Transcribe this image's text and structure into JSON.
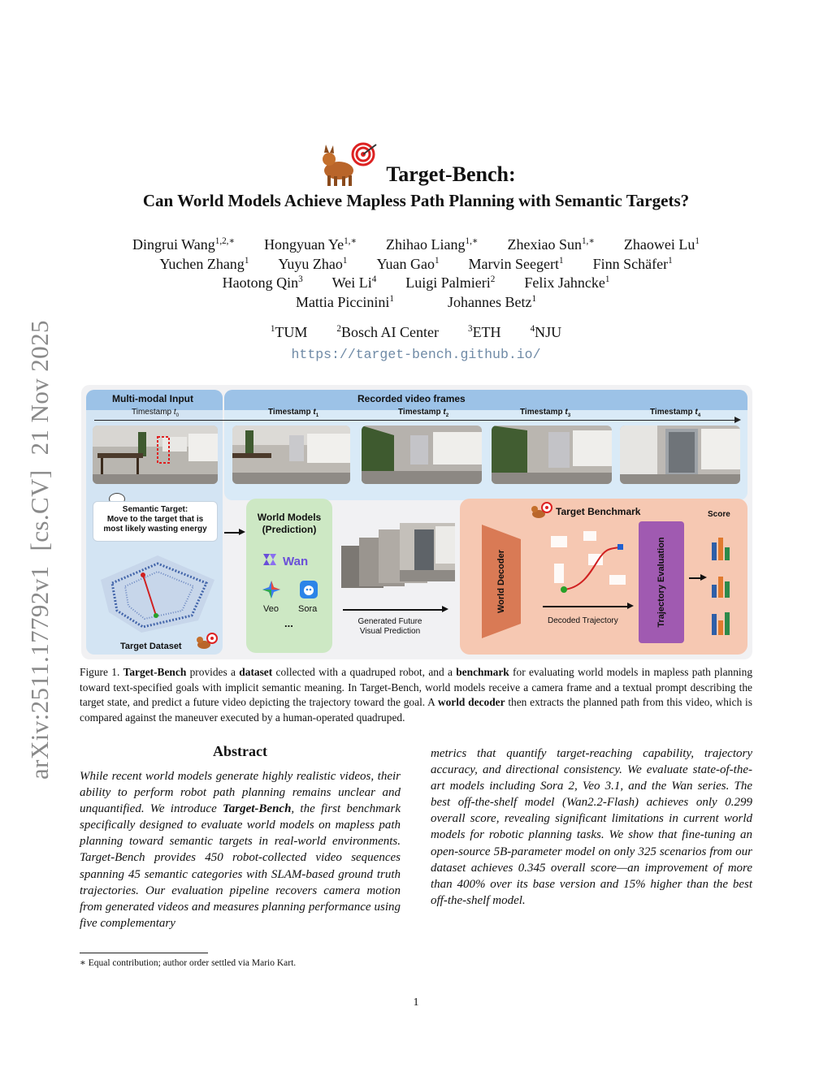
{
  "side_stamp": {
    "id": "arXiv:2511.17792v1",
    "category": "[cs.CV]",
    "date": "21 Nov 2025"
  },
  "title": {
    "main": "Target-Bench:",
    "sub": "Can World Models Achieve Mapless Path Planning with Semantic Targets?"
  },
  "authors": {
    "row1": [
      {
        "name": "Dingrui Wang",
        "sup": "1,2,∗"
      },
      {
        "name": "Hongyuan Ye",
        "sup": "1,∗"
      },
      {
        "name": "Zhihao Liang",
        "sup": "1,∗"
      },
      {
        "name": "Zhexiao Sun",
        "sup": "1,∗"
      },
      {
        "name": "Zhaowei Lu",
        "sup": "1"
      }
    ],
    "row2": [
      {
        "name": "Yuchen Zhang",
        "sup": "1"
      },
      {
        "name": "Yuyu Zhao",
        "sup": "1"
      },
      {
        "name": "Yuan Gao",
        "sup": "1"
      },
      {
        "name": "Marvin Seegert",
        "sup": "1"
      },
      {
        "name": "Finn Schäfer",
        "sup": "1"
      }
    ],
    "row3": [
      {
        "name": "Haotong Qin",
        "sup": "3"
      },
      {
        "name": "Wei Li",
        "sup": "4"
      },
      {
        "name": "Luigi Palmieri",
        "sup": "2"
      },
      {
        "name": "Felix Jahncke",
        "sup": "1"
      }
    ],
    "row4": [
      {
        "name": "Mattia Piccinini",
        "sup": "1"
      },
      {
        "name": "Johannes Betz",
        "sup": "1"
      }
    ]
  },
  "affiliations": [
    {
      "sup": "1",
      "name": "TUM"
    },
    {
      "sup": "2",
      "name": "Bosch AI Center"
    },
    {
      "sup": "3",
      "name": "ETH"
    },
    {
      "sup": "4",
      "name": "NJU"
    }
  ],
  "project_url": "https://target-bench.github.io/",
  "figure": {
    "multimodal_title": "Multi-modal Input",
    "recorded_title": "Recorded video frames",
    "timestamp_prefix": "Timestamp",
    "timestamps": [
      "0",
      "1",
      "2",
      "3",
      "4"
    ],
    "semantic_target": {
      "label": "Semantic Target:",
      "line1": "Move to the target that is",
      "line2": "most likely wasting energy"
    },
    "target_dataset": "Target Dataset",
    "world_models_title_1": "World Models",
    "world_models_title_2": "(Prediction)",
    "models": {
      "wan": "Wan",
      "veo": "Veo",
      "sora": "Sora",
      "more": "..."
    },
    "generated_1": "Generated Future",
    "generated_2": "Visual Prediction",
    "benchmark_title": "Target Benchmark",
    "world_decoder": "World Decoder",
    "decoded_trajectory": "Decoded Trajectory",
    "trajectory_evaluation": "Trajectory Evaluation",
    "score": "Score",
    "colors": {
      "blue_panel": "#d3e4f3",
      "blue_header": "#9cc2e7",
      "green_panel": "#cde8c4",
      "orange_panel": "#f6c8b2",
      "purple_eval": "#a05ab1"
    }
  },
  "caption": {
    "label": "Figure 1.",
    "t1": "Target-Bench",
    "t2": " provides a ",
    "t3": "dataset",
    "t4": " collected with a quadruped robot, and a ",
    "t5": "benchmark",
    "t6": " for evaluating world models in mapless path planning toward text-specified goals with implicit semantic meaning. In Target-Bench, world models receive a camera frame and a textual prompt describing the target state, and predict a future video depicting the trajectory toward the goal. A ",
    "t7": "world decoder",
    "t8": " then extracts the planned path from this video, which is compared against the maneuver executed by a human-operated quadruped."
  },
  "abstract": {
    "heading": "Abstract",
    "p1": "While recent world models generate highly realistic videos, their ability to perform robot path planning remains unclear and unquantified. We introduce ",
    "bold": "Target-Bench",
    "p2": ", the first benchmark specifically designed to evaluate world models on mapless path planning toward semantic targets in real-world environments. Target-Bench provides 450 robot-collected video sequences spanning 45 semantic categories with SLAM-based ground truth trajectories. Our evaluation pipeline recovers camera motion from generated videos and measures planning performance using five complementary",
    "col2": "metrics that quantify target-reaching capability, trajectory accuracy, and directional consistency. We evaluate state-of-the-art models including Sora 2, Veo 3.1, and the Wan series. The best off-the-shelf model (Wan2.2-Flash) achieves only 0.299 overall score, revealing significant limitations in current world models for robotic planning tasks. We show that fine-tuning an open-source 5B-parameter model on only 325 scenarios from our dataset achieves 0.345 overall score—an improvement of more than 400% over its base version and 15% higher than the best off-the-shelf model."
  },
  "footnote": {
    "mark": "∗",
    "text": " Equal contribution; author order settled via Mario Kart."
  },
  "page_number": "1"
}
